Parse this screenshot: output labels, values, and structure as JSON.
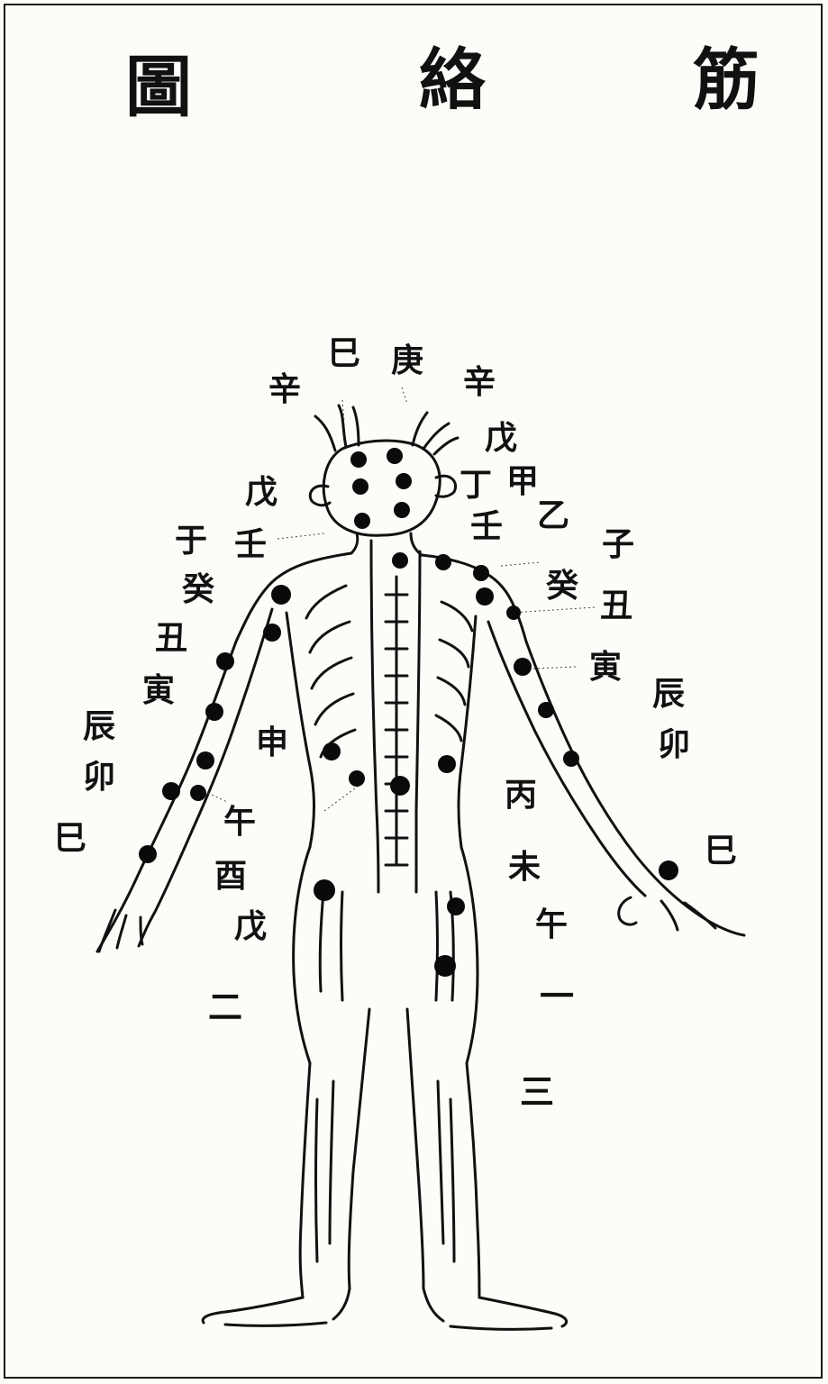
{
  "title": {
    "right": "筋",
    "middle": "絡",
    "left": "圖"
  },
  "labels": {
    "head": [
      "巳",
      "庚",
      "辛",
      "辛",
      "戊",
      "甲",
      "丁",
      "乙",
      "戊",
      "壬",
      "壬",
      "于"
    ],
    "right_arm": [
      "子",
      "癸",
      "丑",
      "寅",
      "辰",
      "卯",
      "巳"
    ],
    "left_arm": [
      "癸",
      "丑",
      "寅",
      "辰",
      "卯",
      "巳"
    ],
    "torso": [
      "申",
      "丙",
      "午",
      "酉",
      "未",
      "戊",
      "午"
    ],
    "legs": [
      "二",
      "一",
      "三"
    ]
  }
}
